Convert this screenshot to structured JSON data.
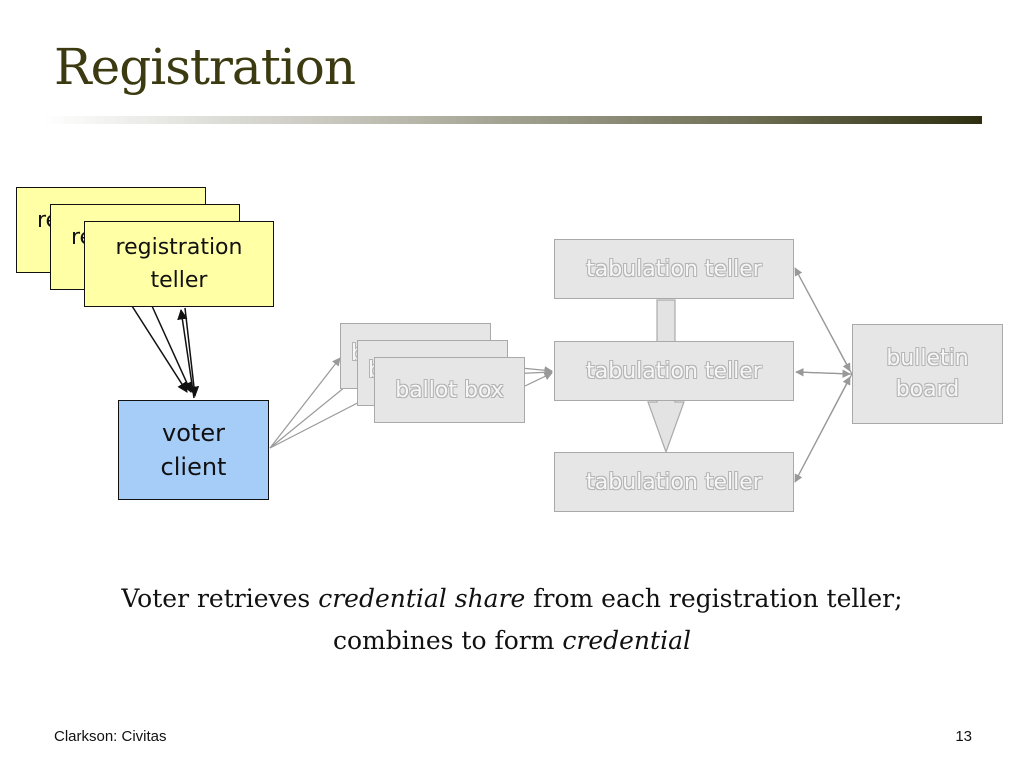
{
  "slide": {
    "title": "Registration",
    "footer_left": "Clarkson:  Civitas",
    "page_number": "13"
  },
  "diagram": {
    "registration_tellers": [
      {
        "line1": "re",
        "line2": ""
      },
      {
        "line1": "re",
        "line2": ""
      },
      {
        "line1": "registration",
        "line2": "teller"
      }
    ],
    "voter_client": {
      "line1": "voter",
      "line2": "client"
    },
    "ballot_boxes": [
      {
        "text": "b"
      },
      {
        "text": "b"
      },
      {
        "text": "ballot box"
      }
    ],
    "tabulation_tellers": [
      {
        "text": "tabulation teller"
      },
      {
        "text": "tabulation teller"
      },
      {
        "text": "tabulation teller"
      }
    ],
    "bulletin_board": {
      "line1": "bulletin",
      "line2": "board"
    }
  },
  "caption": {
    "part1": "Voter retrieves ",
    "em1": "credential share",
    "part2": " from each registration teller;",
    "part3": "combines to form ",
    "em2": "credential"
  }
}
